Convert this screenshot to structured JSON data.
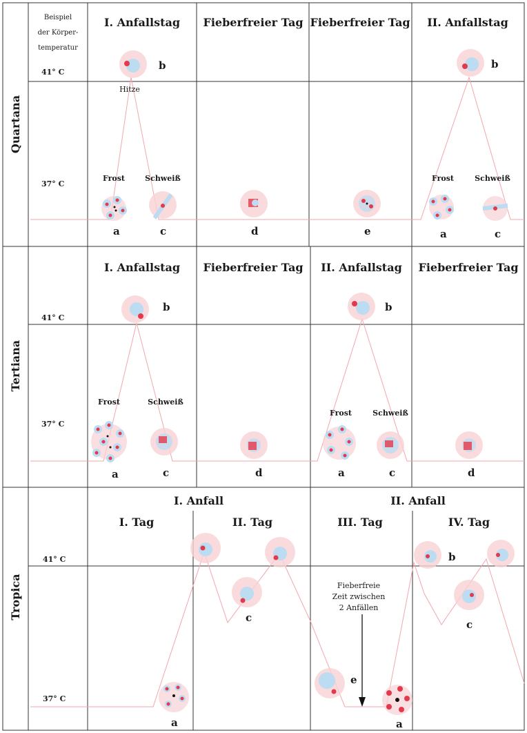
{
  "header": {
    "line1": "Beispiel",
    "line2": "der Körper-",
    "line3": "temperatur"
  },
  "temps": {
    "high": "41° C",
    "low": "37° C"
  },
  "quartana": {
    "name": "Quartana",
    "cols": [
      "I. Anfallstag",
      "Fieberfreier Tag",
      "Fieberfreier Tag",
      "II. Anfallstag"
    ],
    "hitze": "Hitze",
    "frost": "Frost",
    "schweiss": "Schweiß",
    "letters": {
      "a": "a",
      "b": "b",
      "c": "c",
      "d": "d",
      "e": "e"
    }
  },
  "tertiana": {
    "name": "Tertiana",
    "cols": [
      "I. Anfallstag",
      "Fieberfreier Tag",
      "II. Anfallstag",
      "Fieberfreier Tag"
    ],
    "frost": "Frost",
    "schweiss": "Schweiß",
    "letters": {
      "a": "a",
      "b": "b",
      "c": "c",
      "d": "d"
    }
  },
  "tropica": {
    "name": "Tropica",
    "anfall1": "I. Anfall",
    "anfall2": "II. Anfall",
    "days": [
      "I. Tag",
      "II. Tag",
      "III. Tag",
      "IV. Tag"
    ],
    "note": [
      "Fieberfreie",
      "Zeit zwischen",
      "2 Anfällen"
    ],
    "letters": {
      "a": "a",
      "b": "b",
      "c": "c",
      "e": "e"
    }
  },
  "colors": {
    "fever_line": "#f3a6ad",
    "cell_pink": "#f7d2d4",
    "cell_blue": "#bcdcf2",
    "parasite_red": "#e23a4c"
  }
}
